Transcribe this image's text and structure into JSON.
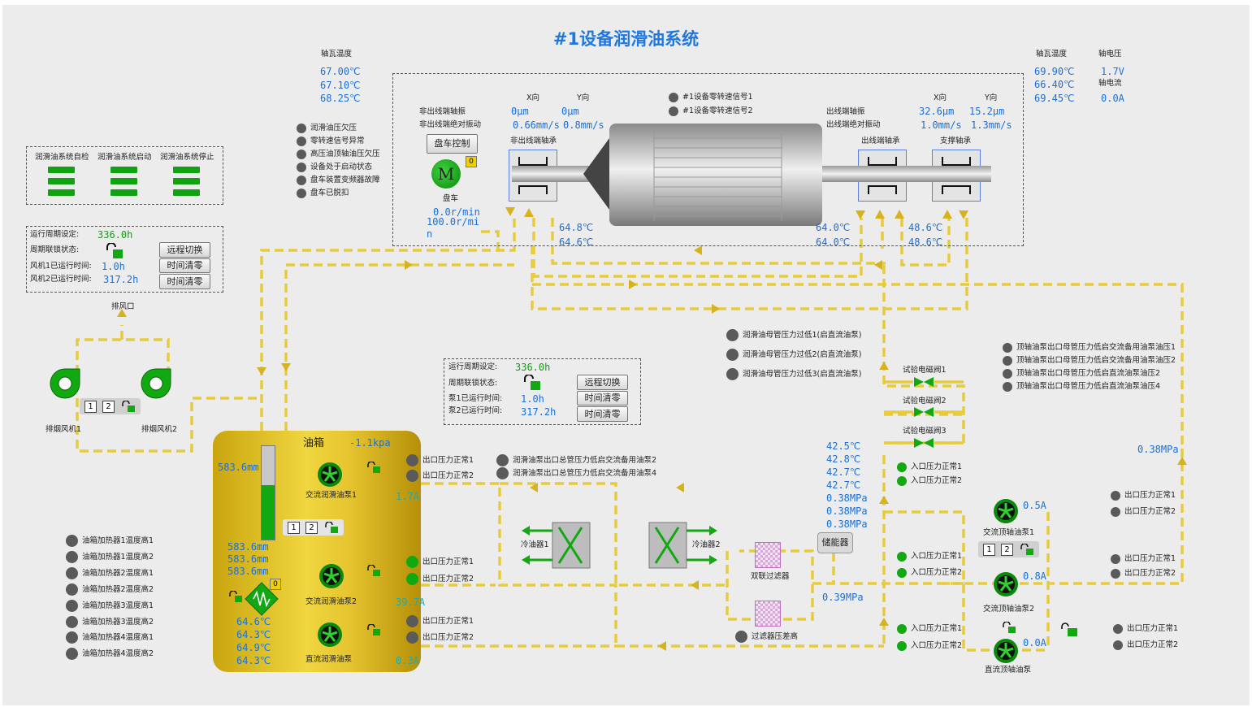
{
  "title": "#1设备润滑油系统",
  "bearing_temp_left": {
    "header": "轴瓦温度",
    "values": [
      "67.00℃",
      "67.10℃",
      "68.25℃"
    ]
  },
  "bearing_temp_right": {
    "header": "轴瓦温度",
    "values": [
      "69.90℃",
      "66.40℃",
      "69.45℃"
    ]
  },
  "shaft_voltage": {
    "header": "轴电压",
    "value": "1.7V"
  },
  "shaft_current": {
    "header": "轴电流",
    "value": "0.0A"
  },
  "nonout_side": {
    "vib_label": "非出线端轴振",
    "abs_label": "非出线端绝对振动",
    "x_label": "X向",
    "y_label": "Y向",
    "vib_x": "0μm",
    "vib_y": "0μm",
    "abs_x": "0.66mm/s",
    "abs_y": "0.8mm/s",
    "bearing_label": "非出线端轴承",
    "temp1": "64.8℃",
    "temp2": "64.6℃"
  },
  "out_side": {
    "vib_label": "出线端轴振",
    "abs_label": "出线端绝对振动",
    "x_label": "X向",
    "y_label": "Y向",
    "vib_x": "32.6μm",
    "vib_y": "15.2μm",
    "abs_x": "1.0mm/s",
    "abs_y": "1.3mm/s",
    "bearing_label": "出线端轴承",
    "support_label": "支撑轴承",
    "temp1": "64.0℃",
    "temp2": "64.0℃",
    "temp3": "48.6℃",
    "temp4": "48.6℃"
  },
  "turning": {
    "button": "盘车控制",
    "motor_letter": "M",
    "motor_label": "盘车",
    "badge": "0",
    "speed1": "0.0r/min",
    "speed2": "100.0r/mi",
    "speed2_wrap": "n"
  },
  "zero_speed": [
    "#1设备零转速信号1",
    "#1设备零转速信号2"
  ],
  "alarms_top": [
    "润滑油压欠压",
    "零转速信号异常",
    "高压油顶轴油压欠压",
    "设备处于启动状态",
    "盘车装置变频器故障",
    "盘车已脱扣"
  ],
  "system_controls": {
    "labels": [
      "润滑油系统自检",
      "润滑油系统启动",
      "润滑油系统停止"
    ]
  },
  "fan_panel": {
    "period_label": "运行周期设定:",
    "period_value": "336.0h",
    "lock_label": "周期联锁状态:",
    "fan1_label": "风机1已运行时间:",
    "fan1_value": "1.0h",
    "fan2_label": "风机2已运行时间:",
    "fan2_value": "317.2h",
    "remote_btn": "远程切换",
    "clear_btn1": "时间清零",
    "clear_btn2": "时间清零"
  },
  "exhaust": {
    "outlet_label": "排风口",
    "fan1": "排烟风机1",
    "fan2": "排烟风机2",
    "sel1": "1",
    "sel2": "2"
  },
  "pump_panel": {
    "period_label": "运行周期设定:",
    "period_value": "336.0h",
    "lock_label": "周期联锁状态:",
    "pump1_label": "泵1已运行时间:",
    "pump1_value": "1.0h",
    "pump2_label": "泵2已运行时间:",
    "pump2_value": "317.2h",
    "remote_btn": "远程切换",
    "clear_btn1": "时间清零",
    "clear_btn2": "时间清零"
  },
  "tank": {
    "title": "油箱",
    "pressure": "-1.1kpa",
    "level_main": "583.6mm",
    "level_values": [
      "583.6mm",
      "583.6mm",
      "583.6mm"
    ],
    "level_fill_fraction": 0.58,
    "temps": [
      "64.6℃",
      "64.3℃",
      "64.9℃",
      "64.3℃"
    ],
    "heater_badge": "0",
    "sel1": "1",
    "sel2": "2",
    "pump_ac1": "交流润滑油泵1",
    "pump_ac1_current": "1.7A",
    "pump_ac2": "交流润滑油泵2",
    "pump_ac2_current": "39.7A",
    "pump_dc": "直流润滑油泵",
    "pump_dc_current": "0.3A"
  },
  "outlet_pressure_lube": [
    "出口压力正常1",
    "出口压力正常2",
    "出口压力正常1",
    "出口压力正常2",
    "出口压力正常1",
    "出口压力正常2"
  ],
  "lube_standby": [
    "润滑油泵出口总管压力低启交流备用油泵2",
    "润滑油泵出口总管压力低启交流备用油泵4"
  ],
  "heater_alarms": [
    "油箱加热器1温度高1",
    "油箱加热器1温度高2",
    "油箱加热器2温度高1",
    "油箱加热器2温度高2",
    "油箱加热器3温度高1",
    "油箱加热器3温度高2",
    "油箱加热器4温度高1",
    "油箱加热器4温度高2"
  ],
  "header_pressure": [
    "润滑油母管压力过低1(启直流油泵)",
    "润滑油母管压力过低2(启直流油泵)",
    "润滑油母管压力过低3(启直流油泵)"
  ],
  "coolers": {
    "cooler1": "冷油器1",
    "cooler2": "冷油器2"
  },
  "filter": {
    "label": "双联过滤器",
    "alarm": "过滤器压差高"
  },
  "accumulator": "储能器",
  "header_values": [
    "42.5℃",
    "42.8℃",
    "42.7℃",
    "42.7℃",
    "0.38MPa",
    "0.38MPa",
    "0.38MPa"
  ],
  "filter_pressure": "0.39MPa",
  "jacking_pressure": "0.38MPa",
  "test_valves": [
    "试验电磁阀1",
    "试验电磁阀2",
    "试验电磁阀3"
  ],
  "inlet_pressure": [
    "入口压力正常1",
    "入口压力正常2",
    "入口压力正常1",
    "入口压力正常2",
    "入口压力正常1",
    "入口压力正常2"
  ],
  "jacking_pumps": {
    "ac1": "交流顶轴油泵1",
    "ac1_current": "0.5A",
    "ac2": "交流顶轴油泵2",
    "ac2_current": "0.8A",
    "dc": "直流顶轴油泵",
    "dc_current": "0.0A",
    "sel1": "1",
    "sel2": "2"
  },
  "jacking_outlet": [
    "出口压力正常1",
    "出口压力正常2",
    "出口压力正常1",
    "出口压力正常2",
    "出口压力正常1",
    "出口压力正常2"
  ],
  "jacking_alarms": [
    "顶轴油泵出口母管压力低启交流备用油泵油压1",
    "顶轴油泵出口母管压力低启交流备用油泵油压2",
    "顶轴油泵出口母管压力低启直流油泵油压2",
    "顶轴油泵出口母管压力低启直流油泵油压4"
  ],
  "colors": {
    "pipe": "#e6cc3c",
    "arrow": "#d7b21f",
    "status_on": "#12a812",
    "status_off": "#5a5a5a",
    "value": "#1a6fd8",
    "title": "#1e78e0"
  }
}
